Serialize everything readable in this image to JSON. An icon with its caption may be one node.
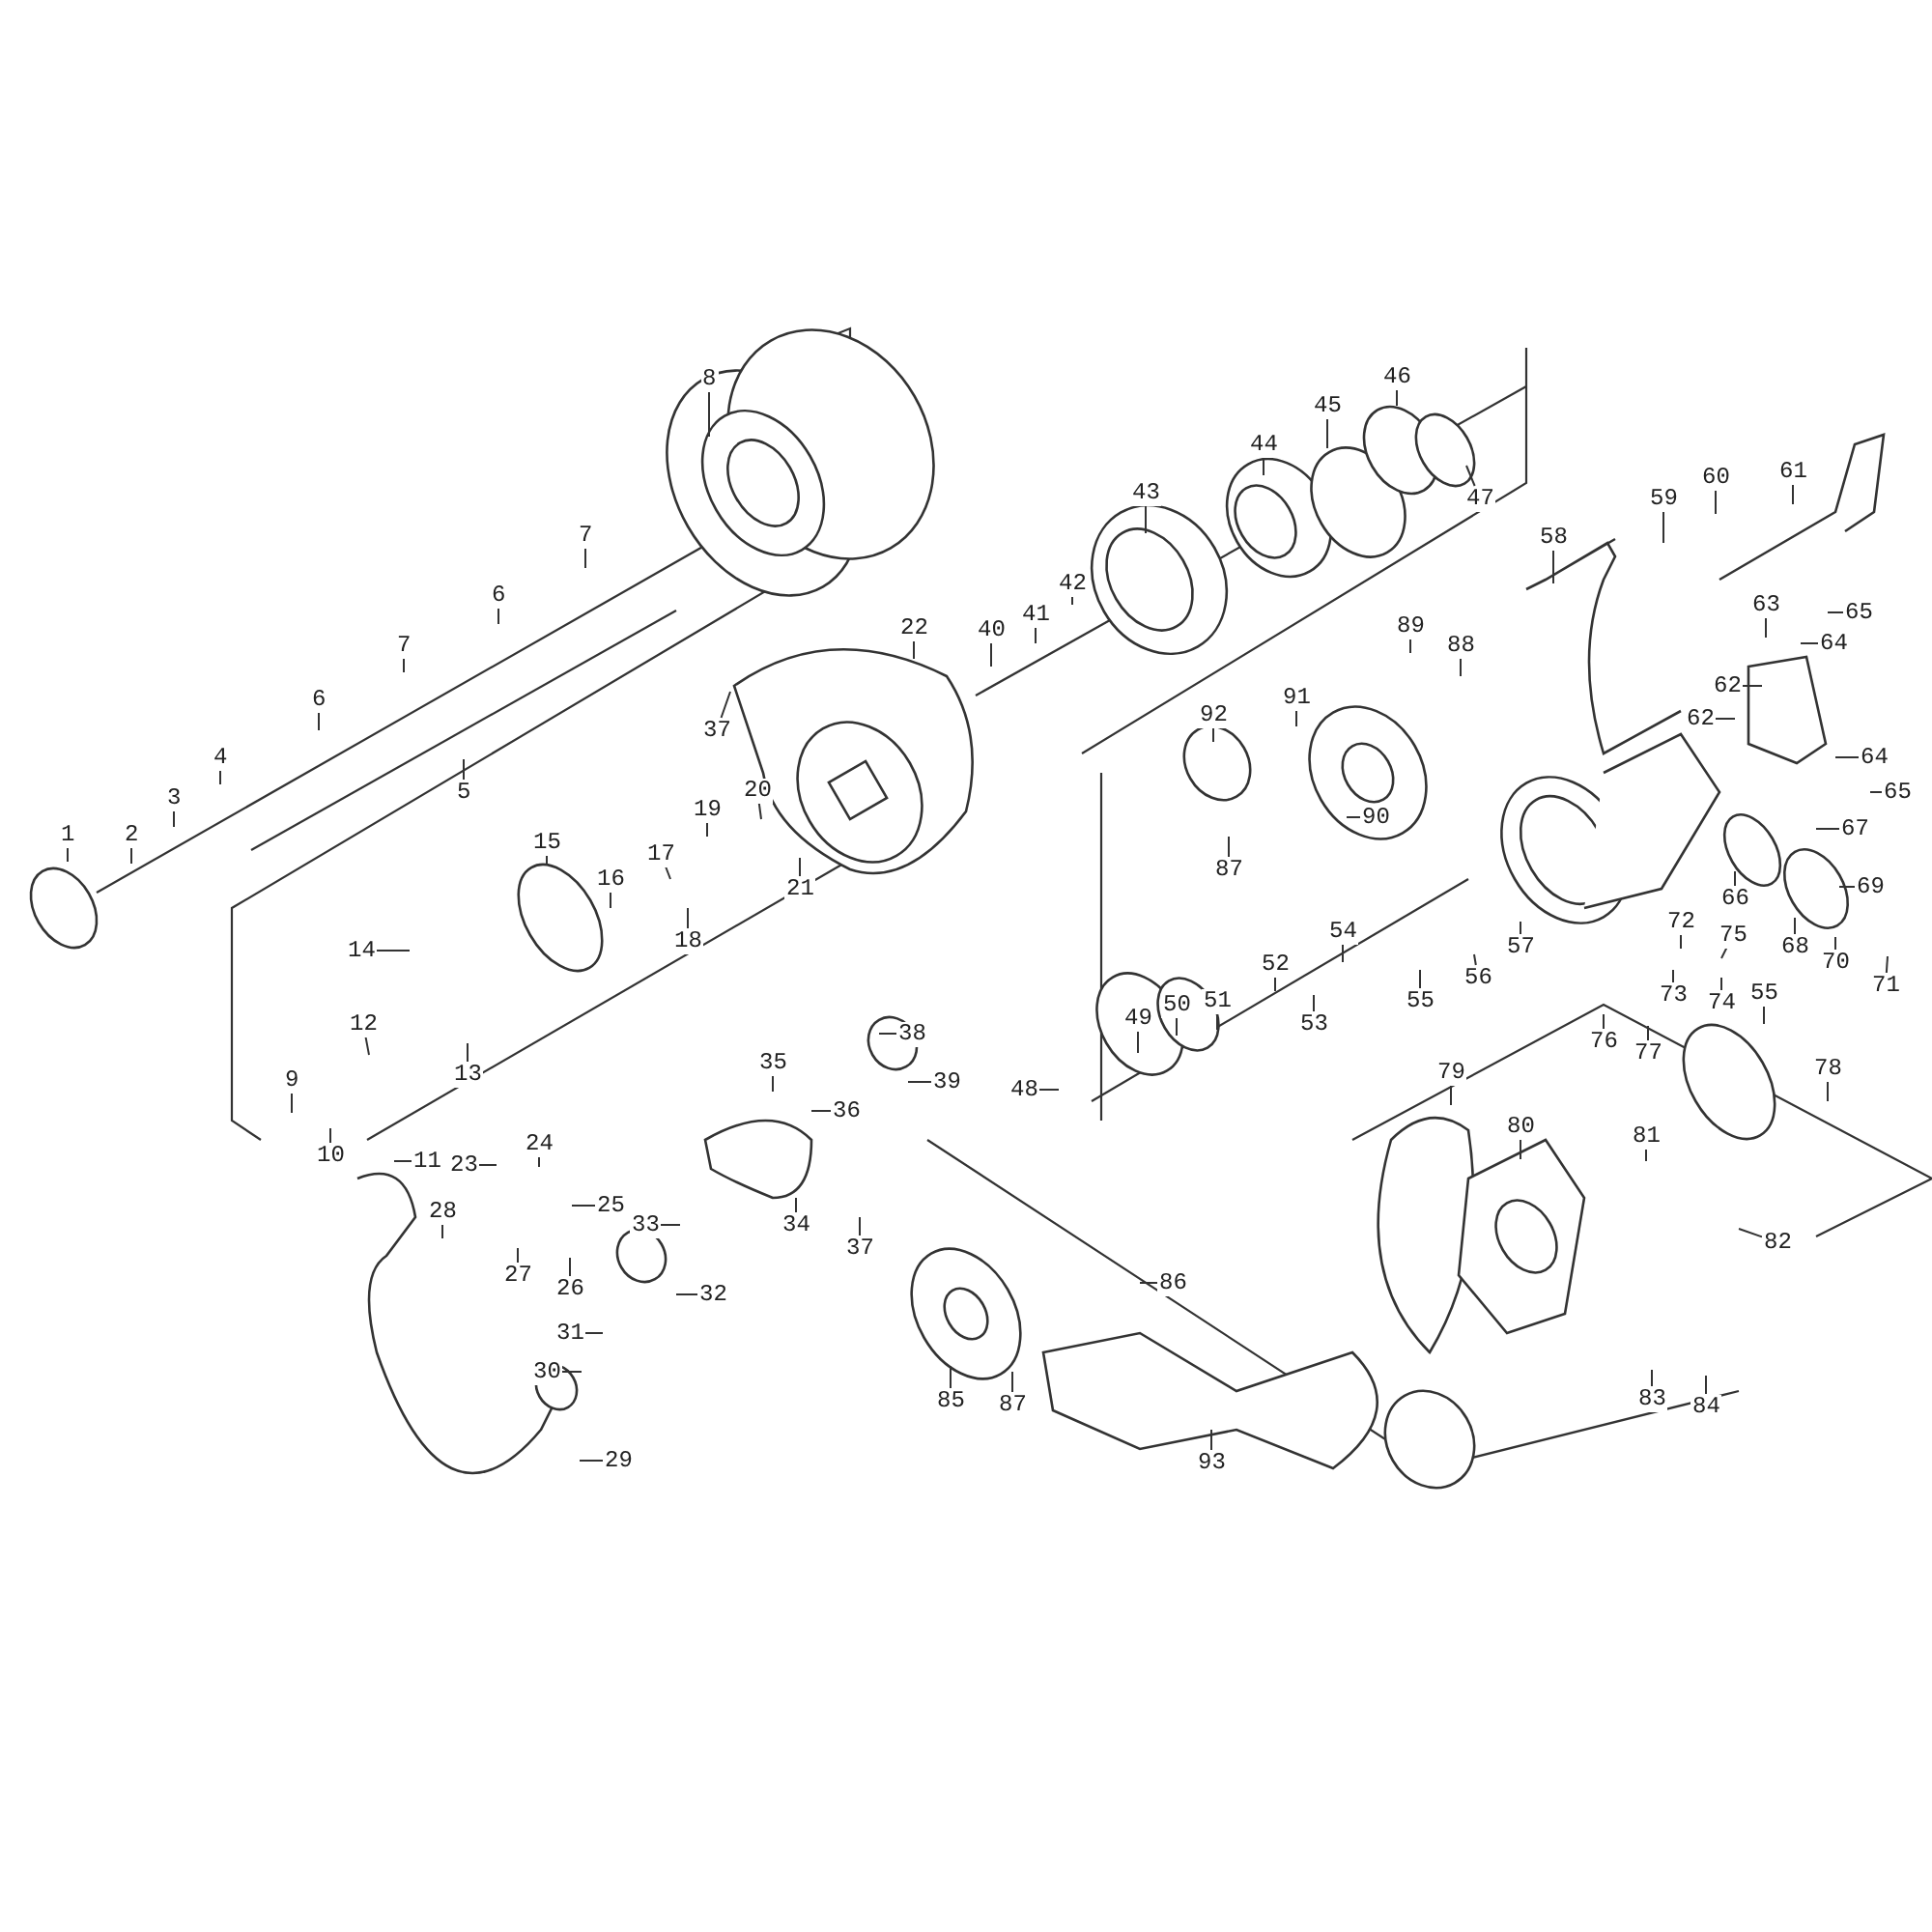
{
  "diagram": {
    "nodes": [
      {
        "text": [
          "1"
        ]
      },
      {
        "text": [
          "2"
        ]
      },
      {
        "text": [
          "3"
        ]
      },
      {
        "text": [
          "4"
        ]
      },
      {
        "text": [
          "6"
        ]
      },
      {
        "text": [
          "7"
        ]
      },
      {
        "text": [
          "6"
        ]
      },
      {
        "text": [
          "7"
        ]
      },
      {
        "text": [
          "8"
        ]
      },
      {
        "text": [
          "5"
        ]
      },
      {
        "text": [
          "22"
        ]
      },
      {
        "text": [
          "37"
        ]
      },
      {
        "text": [
          "15"
        ]
      },
      {
        "text": [
          "16"
        ]
      },
      {
        "text": [
          "17"
        ]
      },
      {
        "text": [
          "18"
        ]
      },
      {
        "text": [
          "19"
        ]
      },
      {
        "text": [
          "20"
        ]
      },
      {
        "text": [
          "21"
        ]
      },
      {
        "text": [
          "14"
        ]
      },
      {
        "text": [
          "12"
        ]
      },
      {
        "text": [
          "13"
        ]
      },
      {
        "text": [
          "9"
        ]
      },
      {
        "text": [
          "10"
        ]
      },
      {
        "text": [
          "11"
        ]
      },
      {
        "text": [
          "23"
        ]
      },
      {
        "text": [
          "24"
        ]
      },
      {
        "text": [
          "25"
        ]
      },
      {
        "text": [
          "28"
        ]
      },
      {
        "text": [
          "27"
        ]
      },
      {
        "text": [
          "26"
        ]
      },
      {
        "text": [
          "35"
        ]
      },
      {
        "text": [
          "36"
        ]
      },
      {
        "text": [
          "38"
        ]
      },
      {
        "text": [
          "39"
        ]
      },
      {
        "text": [
          "33"
        ]
      },
      {
        "text": [
          "34"
        ]
      },
      {
        "text": [
          "37"
        ]
      },
      {
        "text": [
          "32"
        ]
      },
      {
        "text": [
          "31"
        ]
      },
      {
        "text": [
          "30"
        ]
      },
      {
        "text": [
          "29"
        ]
      },
      {
        "text": [
          "40"
        ]
      },
      {
        "text": [
          "41"
        ]
      },
      {
        "text": [
          "42"
        ]
      },
      {
        "text": [
          "43"
        ]
      },
      {
        "text": [
          "44"
        ]
      },
      {
        "text": [
          "45"
        ]
      },
      {
        "text": [
          "46"
        ]
      },
      {
        "text": [
          "47"
        ]
      },
      {
        "text": [
          "58"
        ]
      },
      {
        "text": [
          "59"
        ]
      },
      {
        "text": [
          "60"
        ]
      },
      {
        "text": [
          "61"
        ]
      },
      {
        "text": [
          "63"
        ]
      },
      {
        "text": [
          "65"
        ]
      },
      {
        "text": [
          "64"
        ]
      },
      {
        "text": [
          "62"
        ]
      },
      {
        "text": [
          "62"
        ]
      },
      {
        "text": [
          "64"
        ]
      },
      {
        "text": [
          "65"
        ]
      },
      {
        "text": [
          "67"
        ]
      },
      {
        "text": [
          "89"
        ]
      },
      {
        "text": [
          "88"
        ]
      },
      {
        "text": [
          "91"
        ]
      },
      {
        "text": [
          "92"
        ]
      },
      {
        "text": [
          "90"
        ]
      },
      {
        "text": [
          "87"
        ]
      },
      {
        "text": [
          "54"
        ]
      },
      {
        "text": [
          "57"
        ]
      },
      {
        "text": [
          "56"
        ]
      },
      {
        "text": [
          "55"
        ]
      },
      {
        "text": [
          "69"
        ]
      },
      {
        "text": [
          "66"
        ]
      },
      {
        "text": [
          "68"
        ]
      },
      {
        "text": [
          "70"
        ]
      },
      {
        "text": [
          "71"
        ]
      },
      {
        "text": [
          "72"
        ]
      },
      {
        "text": [
          "75"
        ]
      },
      {
        "text": [
          "73"
        ]
      },
      {
        "text": [
          "74"
        ]
      },
      {
        "text": [
          "76"
        ]
      },
      {
        "text": [
          "77"
        ]
      },
      {
        "text": [
          "55"
        ]
      },
      {
        "text": [
          "78"
        ]
      },
      {
        "text": [
          "52"
        ]
      },
      {
        "text": [
          "53"
        ]
      },
      {
        "text": [
          "51"
        ]
      },
      {
        "text": [
          "50"
        ]
      },
      {
        "text": [
          "49"
        ]
      },
      {
        "text": [
          "48"
        ]
      },
      {
        "text": [
          "79"
        ]
      },
      {
        "text": [
          "80"
        ]
      },
      {
        "text": [
          "81"
        ]
      },
      {
        "text": [
          "82"
        ]
      },
      {
        "text": [
          "83"
        ]
      },
      {
        "text": [
          "84"
        ]
      },
      {
        "text": [
          "86"
        ]
      },
      {
        "text": [
          "85"
        ]
      },
      {
        "text": [
          "87"
        ]
      },
      {
        "text": [
          "93"
        ]
      }
    ],
    "edges": [
      {
        "from": 0,
        "to": null,
        "arrow": "none"
      },
      {
        "from": 1,
        "to": null,
        "arrow": "none"
      },
      {
        "from": 2,
        "to": null,
        "arrow": "none"
      },
      {
        "from": 3,
        "to": null,
        "arrow": "none"
      },
      {
        "from": 4,
        "to": null,
        "arrow": "none"
      },
      {
        "from": 5,
        "to": null,
        "arrow": "none"
      },
      {
        "from": 6,
        "to": null,
        "arrow": "none"
      },
      {
        "from": 7,
        "to": null,
        "arrow": "none"
      },
      {
        "from": 8,
        "to": null,
        "arrow": "none"
      },
      {
        "from": 9,
        "to": null,
        "arrow": "none"
      },
      {
        "from": 10,
        "to": null,
        "arrow": "none"
      },
      {
        "from": 11,
        "to": null,
        "arrow": "none"
      },
      {
        "from": 12,
        "to": null,
        "arrow": "none"
      },
      {
        "from": 13,
        "to": null,
        "arrow": "none"
      },
      {
        "from": 14,
        "to": null,
        "arrow": "none"
      },
      {
        "from": 15,
        "to": null,
        "arrow": "none"
      },
      {
        "from": 16,
        "to": null,
        "arrow": "none"
      },
      {
        "from": 17,
        "to": null,
        "arrow": "none"
      },
      {
        "from": 18,
        "to": null,
        "arrow": "none"
      },
      {
        "from": 19,
        "to": null,
        "arrow": "none"
      },
      {
        "from": 20,
        "to": null,
        "arrow": "none"
      },
      {
        "from": 21,
        "to": null,
        "arrow": "none"
      },
      {
        "from": 22,
        "to": null,
        "arrow": "none"
      },
      {
        "from": 23,
        "to": null,
        "arrow": "none"
      },
      {
        "from": 24,
        "to": null,
        "arrow": "none"
      },
      {
        "from": 25,
        "to": null,
        "arrow": "none"
      },
      {
        "from": 26,
        "to": null,
        "arrow": "none"
      },
      {
        "from": 27,
        "to": null,
        "arrow": "none"
      },
      {
        "from": 28,
        "to": null,
        "arrow": "none"
      },
      {
        "from": 29,
        "to": null,
        "arrow": "none"
      },
      {
        "from": 30,
        "to": null,
        "arrow": "none"
      },
      {
        "from": 31,
        "to": null,
        "arrow": "none"
      },
      {
        "from": 32,
        "to": null,
        "arrow": "none"
      },
      {
        "from": 33,
        "to": null,
        "arrow": "none"
      },
      {
        "from": 34,
        "to": null,
        "arrow": "none"
      },
      {
        "from": 35,
        "to": null,
        "arrow": "none"
      },
      {
        "from": 36,
        "to": null,
        "arrow": "none"
      },
      {
        "from": 37,
        "to": null,
        "arrow": "none"
      },
      {
        "from": 38,
        "to": null,
        "arrow": "none"
      },
      {
        "from": 39,
        "to": null,
        "arrow": "none"
      },
      {
        "from": 40,
        "to": null,
        "arrow": "none"
      },
      {
        "from": 41,
        "to": null,
        "arrow": "none"
      },
      {
        "from": 42,
        "to": null,
        "arrow": "none"
      },
      {
        "from": 43,
        "to": null,
        "arrow": "none"
      },
      {
        "from": 44,
        "to": null,
        "arrow": "none"
      },
      {
        "from": 45,
        "to": null,
        "arrow": "none"
      },
      {
        "from": 46,
        "to": null,
        "arrow": "none"
      },
      {
        "from": 47,
        "to": null,
        "arrow": "none"
      },
      {
        "from": 48,
        "to": null,
        "arrow": "none"
      },
      {
        "from": 49,
        "to": null,
        "arrow": "none"
      },
      {
        "from": 50,
        "to": null,
        "arrow": "none"
      },
      {
        "from": 51,
        "to": null,
        "arrow": "none"
      },
      {
        "from": 52,
        "to": null,
        "arrow": "none"
      },
      {
        "from": 53,
        "to": null,
        "arrow": "none"
      },
      {
        "from": 54,
        "to": null,
        "arrow": "none"
      },
      {
        "from": 55,
        "to": null,
        "arrow": "none"
      },
      {
        "from": 56,
        "to": null,
        "arrow": "none"
      },
      {
        "from": 57,
        "to": null,
        "arrow": "none"
      },
      {
        "from": 58,
        "to": null,
        "arrow": "none"
      },
      {
        "from": 59,
        "to": null,
        "arrow": "none"
      },
      {
        "from": 60,
        "to": null,
        "arrow": "none"
      },
      {
        "from": 61,
        "to": null,
        "arrow": "none"
      },
      {
        "from": 62,
        "to": null,
        "arrow": "none"
      },
      {
        "from": 63,
        "to": null,
        "arrow": "none"
      },
      {
        "from": 64,
        "to": null,
        "arrow": "none"
      },
      {
        "from": 65,
        "to": null,
        "arrow": "none"
      },
      {
        "from": 66,
        "to": null,
        "arrow": "none"
      },
      {
        "from": 67,
        "to": null,
        "arrow": "none"
      },
      {
        "from": 68,
        "to": null,
        "arrow": "none"
      },
      {
        "from": 69,
        "to": null,
        "arrow": "none"
      },
      {
        "from": 70,
        "to": null,
        "arrow": "none"
      },
      {
        "from": 71,
        "to": null,
        "arrow": "none"
      },
      {
        "from": 72,
        "to": null,
        "arrow": "none"
      },
      {
        "from": 73,
        "to": null,
        "arrow": "none"
      },
      {
        "from": 74,
        "to": null,
        "arrow": "none"
      },
      {
        "from": 75,
        "to": null,
        "arrow": "none"
      },
      {
        "from": 76,
        "to": null,
        "arrow": "none"
      },
      {
        "from": 77,
        "to": null,
        "arrow": "none"
      },
      {
        "from": 78,
        "to": null,
        "arrow": "none"
      },
      {
        "from": 79,
        "to": null,
        "arrow": "none"
      },
      {
        "from": 80,
        "to": null,
        "arrow": "none"
      },
      {
        "from": 81,
        "to": null,
        "arrow": "none"
      },
      {
        "from": 82,
        "to": null,
        "arrow": "none"
      },
      {
        "from": 83,
        "to": null,
        "arrow": "none"
      },
      {
        "from": 84,
        "to": null,
        "arrow": "none"
      },
      {
        "from": 85,
        "to": null,
        "arrow": "none"
      },
      {
        "from": 86,
        "to": null,
        "arrow": "none"
      },
      {
        "from": 87,
        "to": null,
        "arrow": "none"
      },
      {
        "from": 88,
        "to": null,
        "arrow": "none"
      },
      {
        "from": 89,
        "to": null,
        "arrow": "none"
      },
      {
        "from": 90,
        "to": null,
        "arrow": "none"
      },
      {
        "from": 91,
        "to": null,
        "arrow": "none"
      },
      {
        "from": 92,
        "to": null,
        "arrow": "none"
      },
      {
        "from": 93,
        "to": null,
        "arrow": "none"
      },
      {
        "from": 94,
        "to": null,
        "arrow": "none"
      },
      {
        "from": 95,
        "to": null,
        "arrow": "none"
      },
      {
        "from": 96,
        "to": null,
        "arrow": "none"
      },
      {
        "from": 97,
        "to": null,
        "arrow": "none"
      },
      {
        "from": 98,
        "to": null,
        "arrow": "none"
      },
      {
        "from": 99,
        "to": null,
        "arrow": "none"
      },
      {
        "from": 100,
        "to": null,
        "arrow": "none"
      }
    ]
  }
}
